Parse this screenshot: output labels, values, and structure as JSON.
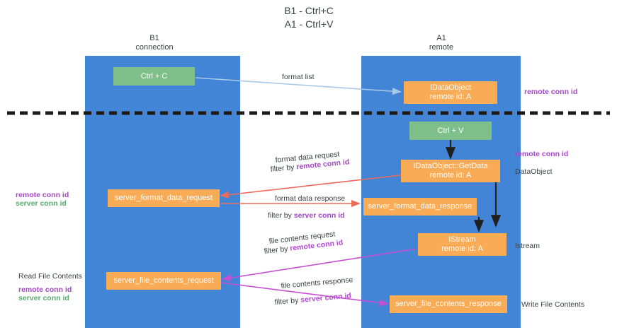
{
  "title": {
    "line1": "B1 - Ctrl+C",
    "line2": "A1 - Ctrl+V"
  },
  "lanes": [
    {
      "name": "B1",
      "sub": "connection"
    },
    {
      "name": "A1",
      "sub": "remote"
    }
  ],
  "colors": {
    "lane": "#4285d6",
    "green_box": "#7fc08a",
    "orange_box": "#f9ab55",
    "remote_conn_id": "#a546c8",
    "server_conn_id": "#5aab6b",
    "arrow_format_list": "#a8c8e8",
    "arrow_format_data": "#ea6a5e",
    "arrow_file_contents": "#c44fd0",
    "arrow_black": "#202020",
    "divider": "#1a1a1a"
  },
  "boxes": {
    "ctrl_c": "Ctrl + C",
    "ctrl_v": "Ctrl + V",
    "idataobject_l1": "IDataObject",
    "idataobject_l2": "remote id: A",
    "getdata_l1": "IDataObject::GetData",
    "getdata_l2": "remote id: A",
    "server_format_data_request": "server_format_data_request",
    "server_format_data_response": "server_format_data_response",
    "istream_l1": "IStream",
    "istream_l2": "remote id: A",
    "server_file_contents_request": "server_file_contents_request",
    "server_file_contents_response": "server_file_contents_response"
  },
  "arrow_labels": {
    "format_list": "format list",
    "format_data_request": "format data request",
    "format_data_request_filter_prefix": "filter by ",
    "format_data_request_filter_key": "remote conn id",
    "format_data_response": "format data response",
    "format_data_response_filter_prefix": "filter by ",
    "format_data_response_filter_key": "server conn id",
    "file_contents_request": "file contents request",
    "file_contents_request_filter_prefix": "filter by ",
    "file_contents_request_filter_key": "remote conn id",
    "file_contents_response": "file contents response",
    "file_contents_response_filter_prefix": "filter by ",
    "file_contents_response_filter_key": "server conn id"
  },
  "annotations": {
    "right_remote_conn_id_top": "remote conn id",
    "right_remote_conn_id_mid": "remote conn id",
    "right_dataobject": "DataObject",
    "right_istream": "Istream",
    "right_write_file_contents": "Write File Contents",
    "left_remote_conn_id": "remote conn id",
    "left_server_conn_id": "server conn id",
    "left_read_file_contents": "Read File Contents",
    "left_bottom_remote_conn_id": "remote conn id",
    "left_bottom_server_conn_id": "server conn id"
  }
}
